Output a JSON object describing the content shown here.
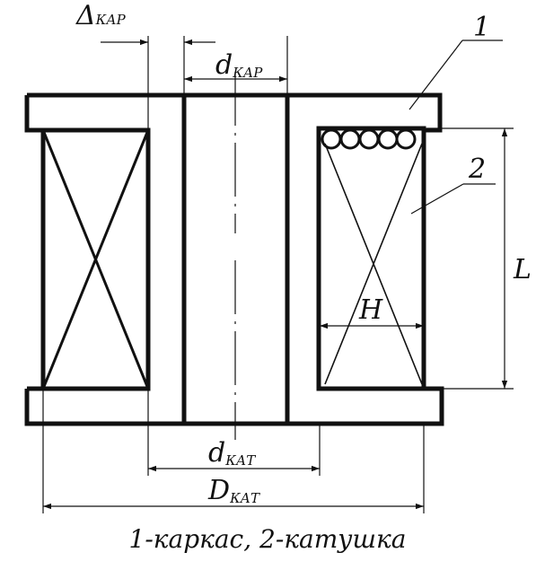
{
  "labels": {
    "delta_kar": {
      "main": "Δ",
      "sub": "КАР"
    },
    "d_kar": {
      "main": "d",
      "sub": "КАР"
    },
    "d_kat": {
      "main": "d",
      "sub": "КАТ"
    },
    "D_kat": {
      "main": "D",
      "sub": "КАТ"
    },
    "H": "H",
    "L": "L",
    "callout_1": "1",
    "callout_2": "2"
  },
  "caption": "1-каркас, 2-катушка"
}
